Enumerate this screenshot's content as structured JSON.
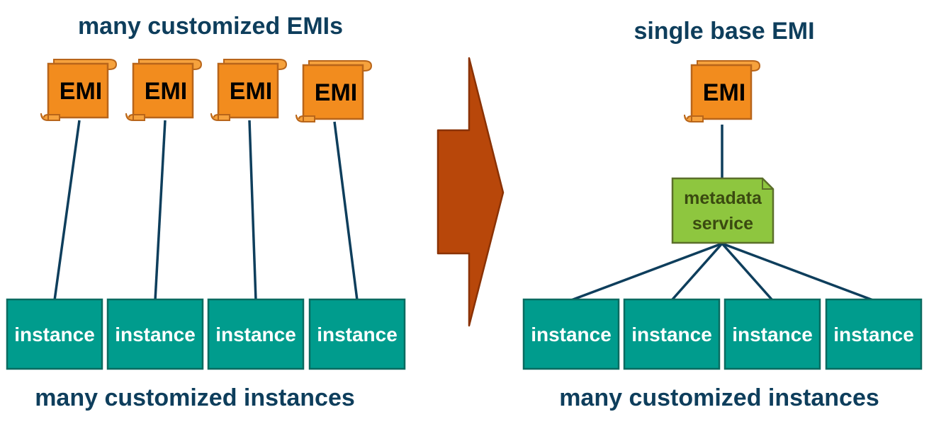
{
  "left_panel": {
    "title": "many customized EMIs",
    "emis": [
      "EMI",
      "EMI",
      "EMI",
      "EMI"
    ],
    "instances": [
      "instance",
      "instance",
      "instance",
      "instance"
    ],
    "footer": "many customized instances"
  },
  "right_panel": {
    "title": "single base EMI",
    "emi": "EMI",
    "metadata_service": {
      "line1": "metadata",
      "line2": "service"
    },
    "instances": [
      "instance",
      "instance",
      "instance",
      "instance"
    ],
    "footer": "many customized instances"
  },
  "colors": {
    "heading": "#0e3e5c",
    "connector": "#0e3e5c",
    "emi_fill": "#f28c1e",
    "emi_stroke": "#b8651a",
    "instance_fill": "#009c8d",
    "instance_stroke": "#0a6b60",
    "metadata_fill": "#8ec63f",
    "metadata_stroke": "#5b6f2a",
    "arrow_fill": "#b8470a",
    "arrow_stroke": "#8a3205"
  },
  "icons": {
    "emi": "scroll-icon",
    "transition": "chevron-arrow-icon"
  }
}
